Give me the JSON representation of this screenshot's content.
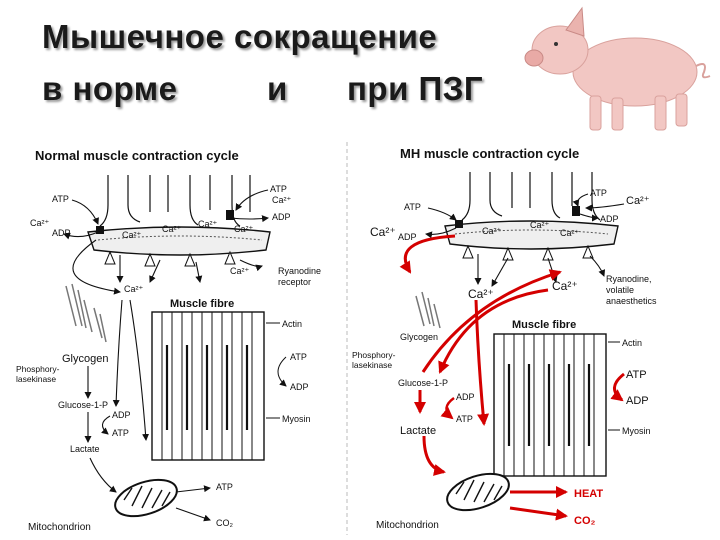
{
  "slide": {
    "title_line1": "Мышечное сокращение",
    "title_line2_part1": "в норме",
    "title_line2_part2": "и",
    "title_line2_part3": "при ПЗГ"
  },
  "normal": {
    "heading": "Normal muscle contraction cycle",
    "atp_top_left": "ATP",
    "ca_left": "Ca²⁺",
    "adp_left": "ADP",
    "atp_top_right": "ATP",
    "ca_top_right": "Ca²⁺",
    "adp_right": "ADP",
    "ca_sr_1": "Ca²⁺",
    "ca_sr_2": "Ca²⁺",
    "ca_sr_3": "Ca²⁺",
    "ca_sr_4": "Ca²⁺",
    "ca_below": "Ca²⁺",
    "ryanodine_1": "Ryanodine",
    "ryanodine_2": "receptor",
    "ca_mid": "Ca²⁺",
    "muscle_fibre": "Muscle fibre",
    "actin": "Actin",
    "atp_fibre": "ATP",
    "adp_fibre": "ADP",
    "myosin": "Myosin",
    "glycogen": "Glycogen",
    "phosphorylase_1": "Phosphory-",
    "phosphorylase_2": "lasekinase",
    "glucose": "Glucose-1-P",
    "adp_glc": "ADP",
    "atp_glc": "ATP",
    "lactate": "Lactate",
    "atp_mito": "ATP",
    "co2": "CO₂",
    "mitochondrion": "Mitochondrion"
  },
  "mh": {
    "heading": "MH muscle contraction cycle",
    "atp_top": "ATP",
    "ca_top_right": "Ca²⁺",
    "atp_left": "ATP",
    "adp_right": "ADP",
    "ca_left": "Ca²⁺",
    "adp_left": "ADP",
    "ca_sr_1": "Ca²⁺",
    "ca_sr_2": "Ca²⁺",
    "ca_sr_3": "Ca²⁺",
    "ca_mid_left": "Ca²⁺",
    "ca_mid_right": "Ca²⁺",
    "ryanodine_1": "Ryanodine,",
    "ryanodine_2": "volatile",
    "ryanodine_3": "anaesthetics",
    "muscle_fibre": "Muscle fibre",
    "actin": "Actin",
    "atp_fibre": "ATP",
    "adp_fibre": "ADP",
    "myosin": "Myosin",
    "glycogen": "Glycogen",
    "phosphorylase_1": "Phosphory-",
    "phosphorylase_2": "lasekinase",
    "glucose": "Glucose-1-P",
    "adp_glc": "ADP",
    "atp_glc": "ATP",
    "lactate": "Lactate",
    "heat": "HEAT",
    "co2": "CO₂",
    "mitochondrion": "Mitochondrion"
  },
  "colors": {
    "black": "#111111",
    "red": "#d40000",
    "title_shadow": "#9a9a9a",
    "pig": "#f2c7c3"
  }
}
